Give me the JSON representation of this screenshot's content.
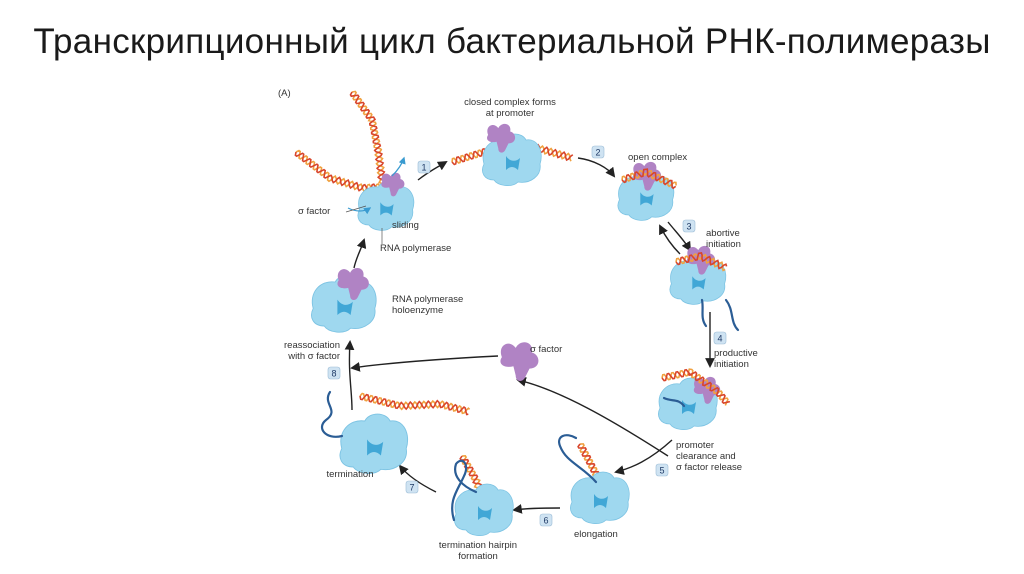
{
  "title": "Транскрипционный цикл бактериальной РНК-полимеразы",
  "panel_label": "(A)",
  "colors": {
    "polymerase": "#9fd8ef",
    "polymerase_dark": "#41a7d6",
    "sigma": "#b083c4",
    "dna_red": "#d8452b",
    "dna_orange": "#f0a140",
    "rna": "#2b5d95",
    "arrow": "#222222",
    "badge": "#cfe3f2"
  },
  "labels": {
    "closed_complex": [
      "closed complex forms",
      "at promoter"
    ],
    "open_complex": [
      "open complex"
    ],
    "abortive": [
      "abortive",
      "initiation"
    ],
    "productive": [
      "productive",
      "initiation"
    ],
    "promoter_clearance": [
      "promoter",
      "clearance and",
      "σ factor release"
    ],
    "elongation": [
      "elongation"
    ],
    "termination_hairpin": [
      "termination hairpin",
      "formation"
    ],
    "termination": [
      "termination"
    ],
    "reassociation": [
      "reassociation",
      "with σ factor"
    ],
    "holoenzyme": [
      "RNA polymerase",
      "holoenzyme"
    ],
    "sigma_free": [
      "σ factor"
    ],
    "sigma_factor": [
      "σ factor"
    ],
    "sliding": [
      "sliding"
    ],
    "rna_polymerase": [
      "RNA polymerase"
    ]
  },
  "steps": [
    "1",
    "2",
    "3",
    "4",
    "5",
    "6",
    "7",
    "8"
  ]
}
